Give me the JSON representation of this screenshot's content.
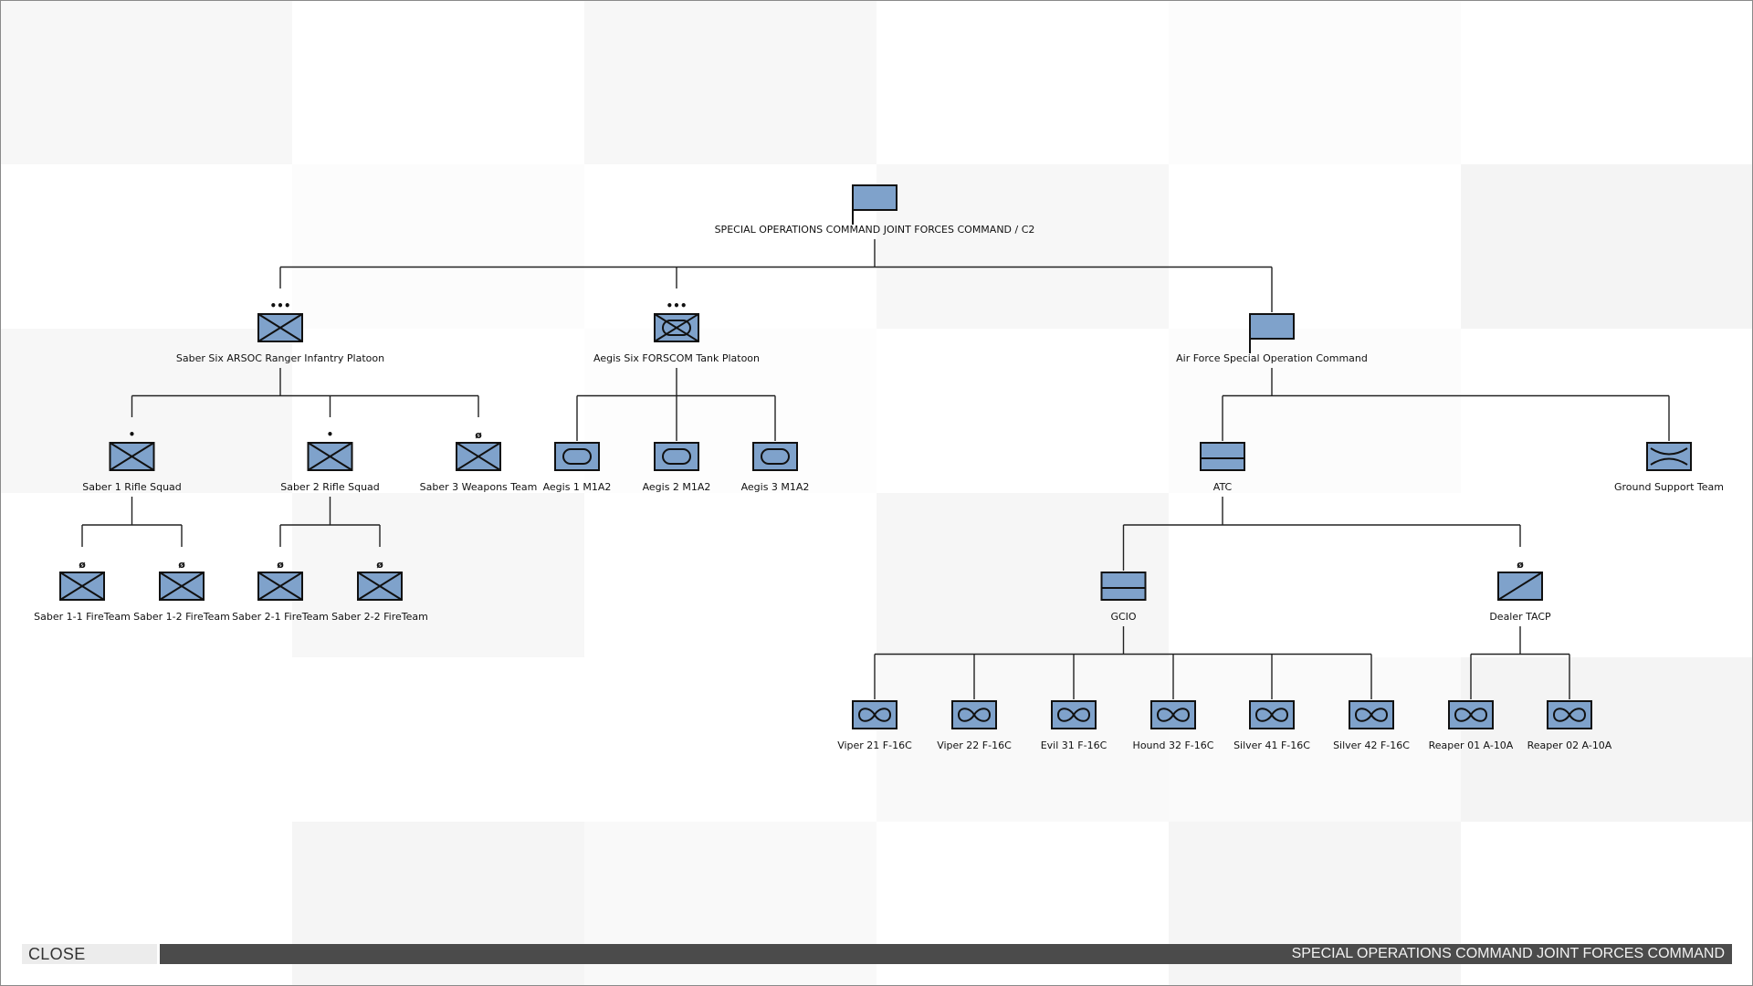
{
  "footer": {
    "close_label": "CLOSE",
    "title": "SPECIAL OPERATIONS COMMAND JOINT FORCES COMMAND"
  },
  "colors": {
    "unit_fill": "#7fa2cb",
    "outline": "#111111",
    "title_bar": "#4b4b4b",
    "close_bg": "#ececec"
  },
  "orbat": {
    "name": "SPECIAL OPERATIONS COMMAND JOINT FORCES COMMAND / C2",
    "symbol": "headquarters-flag",
    "echelon": "",
    "children": [
      {
        "name": "Saber Six ARSOC Ranger Infantry Platoon",
        "symbol": "infantry",
        "echelon": "•••",
        "children": [
          {
            "name": "Saber 1 Rifle Squad",
            "symbol": "infantry",
            "echelon": "•",
            "children": [
              {
                "name": "Saber 1-1 FireTeam",
                "symbol": "infantry",
                "echelon": "ø"
              },
              {
                "name": "Saber 1-2 FireTeam",
                "symbol": "infantry",
                "echelon": "ø"
              }
            ]
          },
          {
            "name": "Saber 2 Rifle Squad",
            "symbol": "infantry",
            "echelon": "•",
            "children": [
              {
                "name": "Saber 2-1 FireTeam",
                "symbol": "infantry",
                "echelon": "ø"
              },
              {
                "name": "Saber 2-2 FireTeam",
                "symbol": "infantry",
                "echelon": "ø"
              }
            ]
          },
          {
            "name": "Saber 3 Weapons Team",
            "symbol": "infantry",
            "echelon": "ø"
          }
        ]
      },
      {
        "name": "Aegis Six FORSCOM Tank Platoon",
        "symbol": "armored-infantry",
        "echelon": "•••",
        "children": [
          {
            "name": "Aegis 1 M1A2",
            "symbol": "armor",
            "echelon": ""
          },
          {
            "name": "Aegis 2 M1A2",
            "symbol": "armor",
            "echelon": ""
          },
          {
            "name": "Aegis 3 M1A2",
            "symbol": "armor",
            "echelon": ""
          }
        ]
      },
      {
        "name": "Air Force Special Operation Command",
        "symbol": "headquarters-flag",
        "echelon": "",
        "children": [
          {
            "name": "ATC",
            "symbol": "air-control",
            "echelon": "",
            "children": [
              {
                "name": "GCIO",
                "symbol": "air-control",
                "echelon": "",
                "children": [
                  {
                    "name": "Viper 21 F-16C",
                    "symbol": "fixed-wing",
                    "echelon": ""
                  },
                  {
                    "name": "Viper 22 F-16C",
                    "symbol": "fixed-wing",
                    "echelon": ""
                  },
                  {
                    "name": "Evil 31 F-16C",
                    "symbol": "fixed-wing",
                    "echelon": ""
                  },
                  {
                    "name": "Hound 32 F-16C",
                    "symbol": "fixed-wing",
                    "echelon": ""
                  },
                  {
                    "name": "Silver 41 F-16C",
                    "symbol": "fixed-wing",
                    "echelon": ""
                  },
                  {
                    "name": "Silver 42 F-16C",
                    "symbol": "fixed-wing",
                    "echelon": ""
                  }
                ]
              },
              {
                "name": "Dealer TACP",
                "symbol": "tacp",
                "echelon": "ø",
                "children": [
                  {
                    "name": "Reaper 01 A-10A",
                    "symbol": "fixed-wing",
                    "echelon": ""
                  },
                  {
                    "name": "Reaper 02 A-10A",
                    "symbol": "fixed-wing",
                    "echelon": ""
                  }
                ]
              }
            ]
          },
          {
            "name": "Ground Support Team",
            "symbol": "ground-support",
            "echelon": ""
          }
        ]
      }
    ]
  }
}
